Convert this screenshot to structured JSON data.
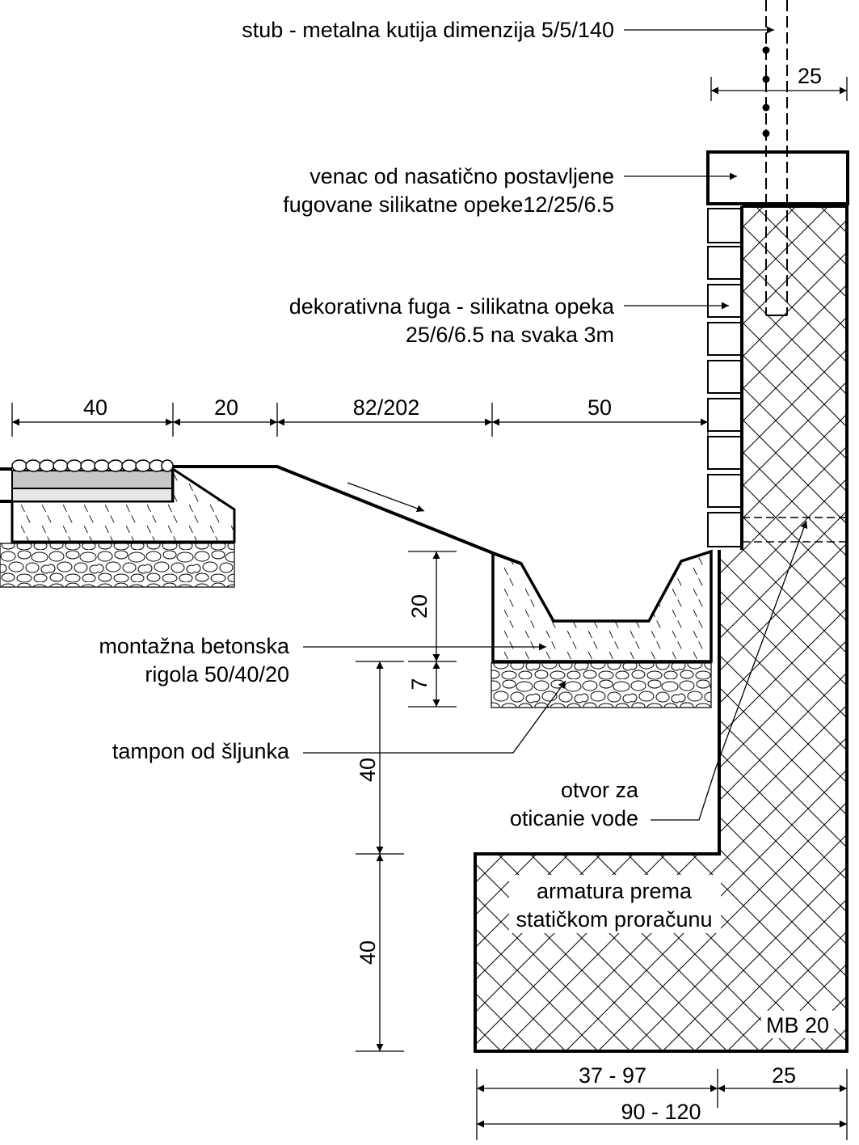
{
  "labels": {
    "stub": "stub - metalna kutija dimenzija 5/5/140",
    "venac_line1": "venac od nasatično postavljene",
    "venac_line2": "fugovane silikatne opeke12/25/6.5",
    "fuga_line1": "dekorativna fuga - silikatna opeka",
    "fuga_line2": "25/6/6.5 na svaka 3m",
    "rigola_line1": "montažna betonska",
    "rigola_line2": "rigola 50/40/20",
    "tampon": "tampon od šljunka",
    "otvor_line1": "otvor za",
    "otvor_line2": "oticanie vode",
    "armatura_line1": "armatura prema",
    "armatura_line2": "statičkom proračunu",
    "mb": "MB 20"
  },
  "dimensions": {
    "top_post": "25",
    "d40": "40",
    "d20": "20",
    "d82_202": "82/202",
    "d50": "50",
    "v20": "20",
    "v7": "7",
    "v40_upper": "40",
    "v40_lower": "40",
    "base_left": "37 - 97",
    "base_right": "25",
    "base_total": "90 - 120"
  }
}
